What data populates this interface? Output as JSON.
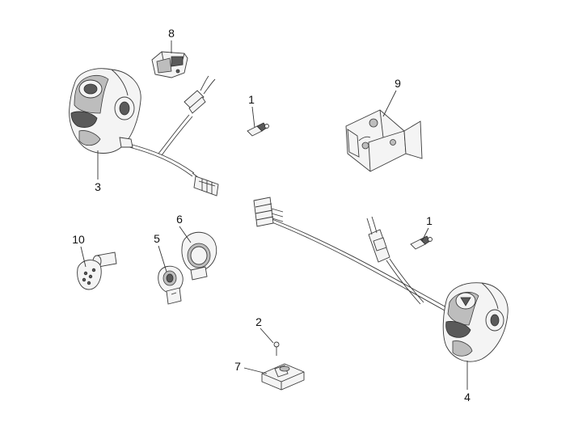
{
  "diagram": {
    "callouts": [
      {
        "id": "c1a",
        "label": "1"
      },
      {
        "id": "c1b",
        "label": "1"
      },
      {
        "id": "c2",
        "label": "2"
      },
      {
        "id": "c3",
        "label": "3"
      },
      {
        "id": "c4",
        "label": "4"
      },
      {
        "id": "c5",
        "label": "5"
      },
      {
        "id": "c6",
        "label": "6"
      },
      {
        "id": "c7",
        "label": "7"
      },
      {
        "id": "c8",
        "label": "8"
      },
      {
        "id": "c9",
        "label": "9"
      },
      {
        "id": "c10",
        "label": "10"
      }
    ]
  }
}
